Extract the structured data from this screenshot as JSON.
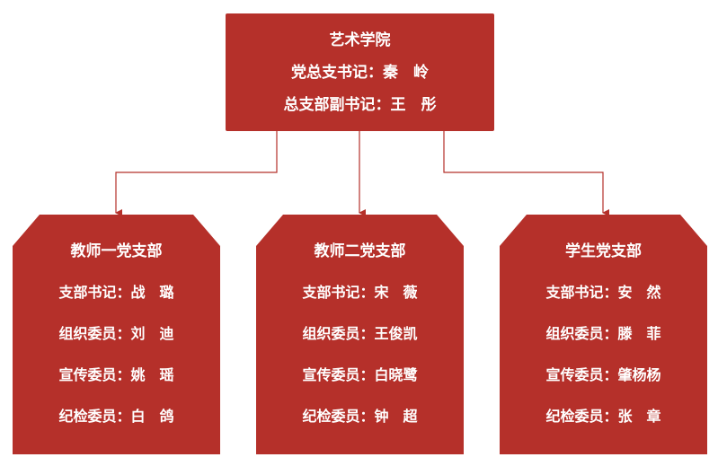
{
  "colors": {
    "box": "#b5302a",
    "line": "#b5302a",
    "text": "#ffffff"
  },
  "college": {
    "name": "艺术学院",
    "secretary": "党总支书记：秦　岭",
    "deputy": "总支部副书记：王　彤"
  },
  "branches": [
    {
      "name": "教师一党支部",
      "members": [
        "支部书记：战　璐",
        "组织委员：刘　迪",
        "宣传委员：姚　瑶",
        "纪检委员：白　鸽"
      ]
    },
    {
      "name": "教师二党支部",
      "members": [
        "支部书记：宋　薇",
        "组织委员：王俊凯",
        "宣传委员：白晓鹭",
        "纪检委员：钟　超"
      ]
    },
    {
      "name": "学生党支部",
      "members": [
        "支部书记：安　然",
        "组织委员：滕　菲",
        "宣传委员：肇杨杨",
        "纪检委员：张　章"
      ]
    }
  ]
}
